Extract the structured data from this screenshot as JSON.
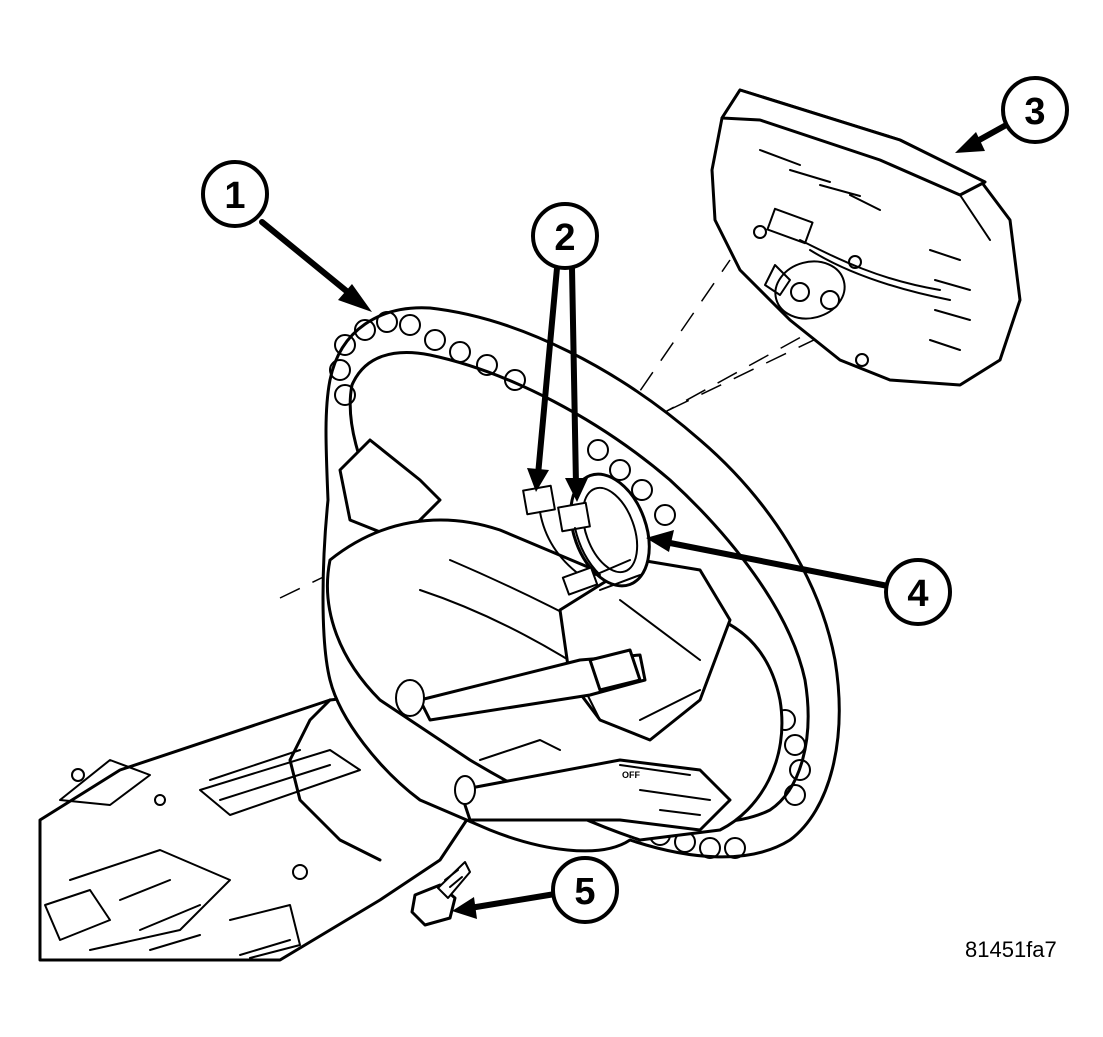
{
  "callouts": [
    {
      "id": "1",
      "label": "1"
    },
    {
      "id": "2",
      "label": "2"
    },
    {
      "id": "3",
      "label": "3"
    },
    {
      "id": "4",
      "label": "4"
    },
    {
      "id": "5",
      "label": "5"
    }
  ],
  "figure_code": "81451fa7",
  "switch_marking": "OFF"
}
